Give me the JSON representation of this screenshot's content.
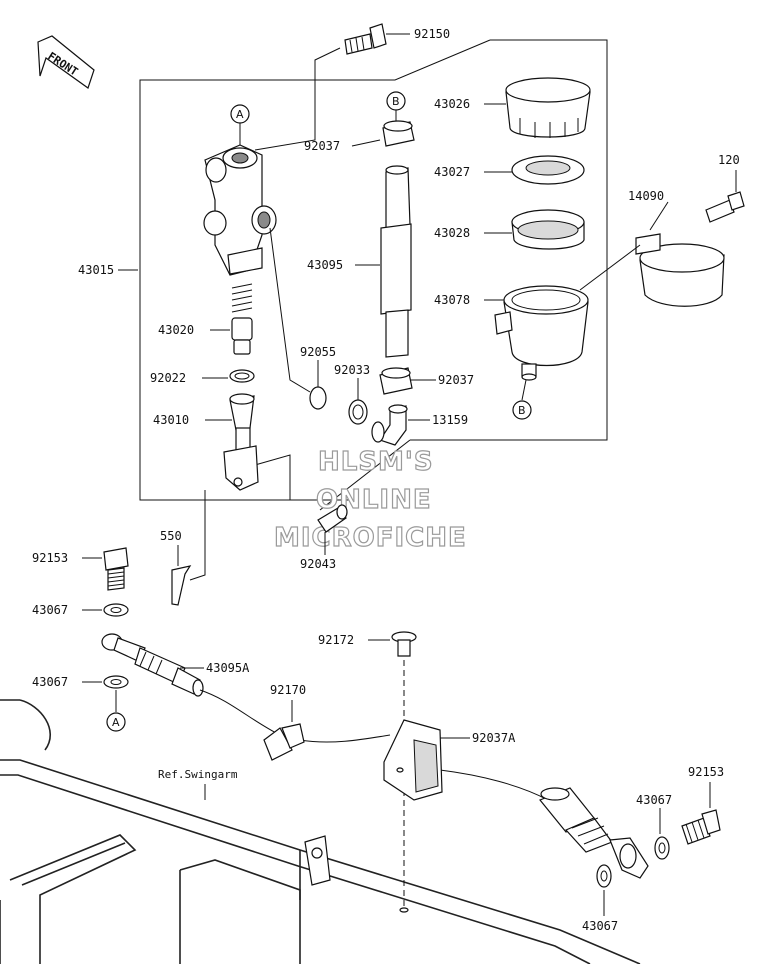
{
  "front_label": "FRONT",
  "ref_label": "Ref.Swingarm",
  "circle_markers": {
    "a": "A",
    "b": "B"
  },
  "watermark": {
    "line1": "HLSM'S",
    "line2": "ONLINE",
    "line3": "MICROFICHE"
  },
  "parts": {
    "p92150": "92150",
    "p43026": "43026",
    "p92037_top": "92037",
    "p43027": "43027",
    "p120": "120",
    "p14090": "14090",
    "p43028": "43028",
    "p43095": "43095",
    "p43015": "43015",
    "p43078": "43078",
    "p43020": "43020",
    "p92055": "92055",
    "p92033": "92033",
    "p92037_mid": "92037",
    "p92022": "92022",
    "p43010": "43010",
    "p13159": "13159",
    "p550": "550",
    "p92153_left": "92153",
    "p92043": "92043",
    "p43067_a": "43067",
    "p92172": "92172",
    "p43095A": "43095A",
    "p43067_b": "43067",
    "p92170": "92170",
    "p92037A": "92037A",
    "p92153_right": "92153",
    "p43067_c": "43067",
    "p43067_d": "43067"
  }
}
